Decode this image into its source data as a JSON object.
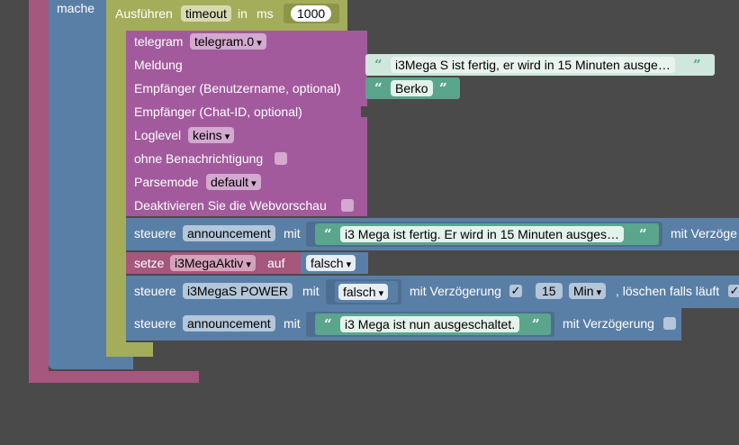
{
  "outer": {
    "mache_label": "mache"
  },
  "timeout_block": {
    "label_execute": "Ausführen",
    "var": "timeout",
    "label_in": "in",
    "label_ms": "ms",
    "value": "1000"
  },
  "telegram_block": {
    "label": "telegram",
    "instance": "telegram.0",
    "message_label": "Meldung",
    "message_value": "i3Mega S ist fertig, er wird in 15 Minuten ausge…",
    "recipient_user_label": "Empfänger (Benutzername, optional)",
    "recipient_user_value": "Berko",
    "recipient_chat_label": "Empfänger (Chat-ID, optional)",
    "loglevel_label": "Loglevel",
    "loglevel_value": "keins",
    "silent_label": "ohne Benachrichtigung",
    "parsemode_label": "Parsemode",
    "parsemode_value": "default",
    "disable_preview_label": "Deaktivieren Sie die Webvorschau"
  },
  "control1": {
    "label": "steuere",
    "target": "announcement",
    "with_label": "mit",
    "text": "i3 Mega ist fertig. Er wird in 15 Minuten ausges…",
    "delay_label": "mit Verzöge"
  },
  "set_block": {
    "label": "setze",
    "var": "i3MegaAktiv",
    "to_label": "auf",
    "value": "falsch"
  },
  "control2": {
    "label": "steuere",
    "target": "i3MegaS POWER",
    "with_label": "mit",
    "value": "falsch",
    "delay_label": "mit Verzögerung",
    "delay_checked": "✓",
    "delay_value": "15",
    "unit": "Min",
    "clear_label": ", löschen falls läuft",
    "clear_checked": "✓"
  },
  "control3": {
    "label": "steuere",
    "target": "announcement",
    "with_label": "mit",
    "text": "i3 Mega ist nun ausgeschaltet.",
    "delay_label": "mit Verzögerung"
  },
  "quotes": {
    "open": "“",
    "close": "”"
  },
  "colors": {
    "background": "#4a4a4a",
    "pink": "#a5577e",
    "blue": "#5a7fa6",
    "olive": "#a4ad5a",
    "purple": "#a25a9d",
    "string_green": "#5ba58c",
    "string_light": "#cfe7dc"
  }
}
